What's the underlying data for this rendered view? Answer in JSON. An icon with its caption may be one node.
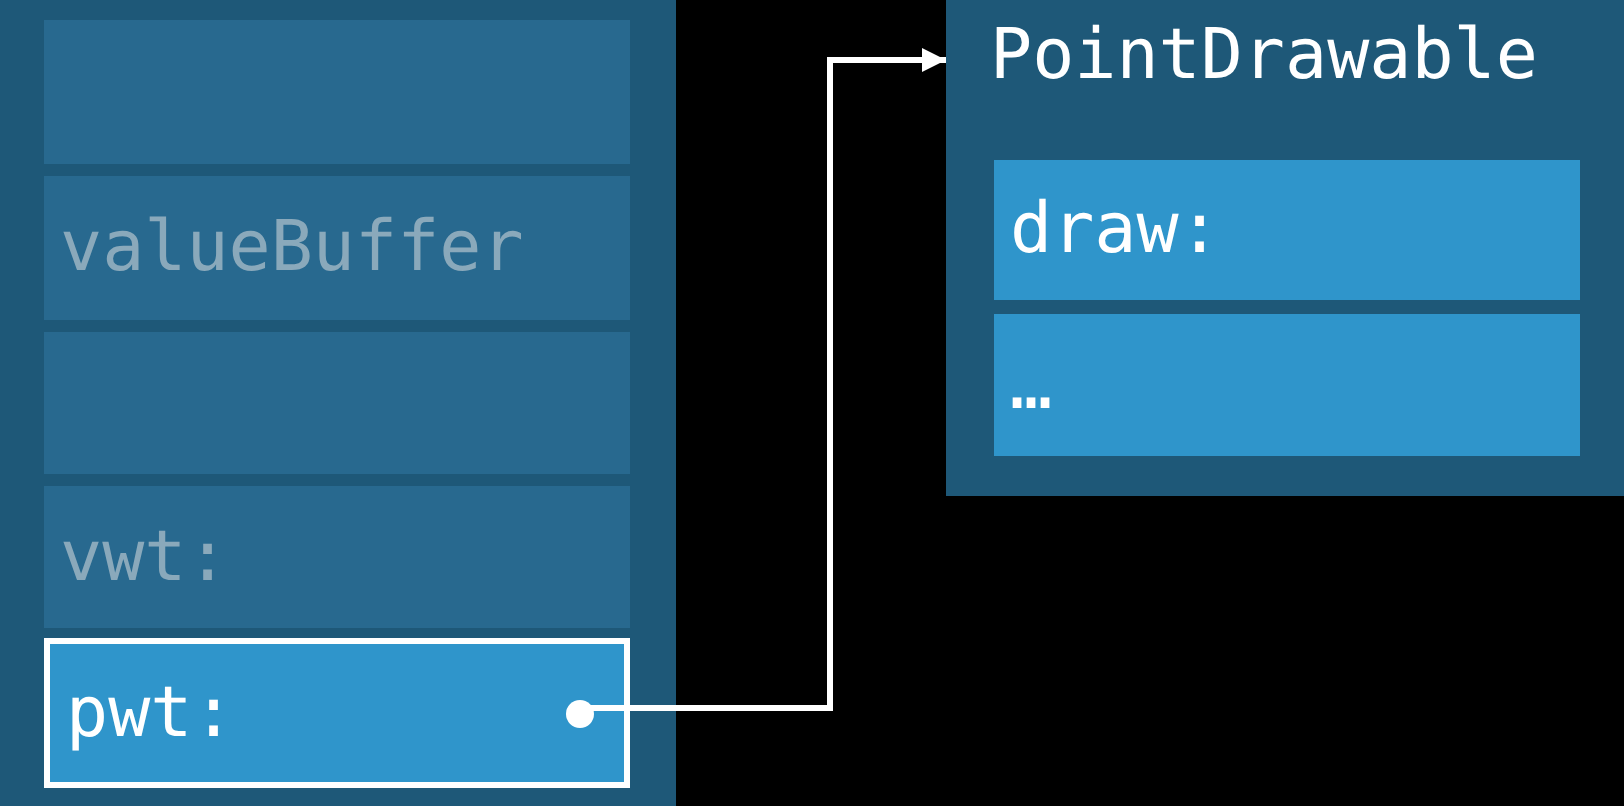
{
  "diagram": {
    "nodes": [
      {
        "text": [],
        "shape": "box"
      },
      {
        "text": [],
        "shape": "box",
        "in": 0
      },
      {
        "text": [
          "valueBuffer"
        ],
        "in": 0
      },
      {
        "text": [],
        "shape": "box",
        "in": 0
      },
      {
        "text": [
          "vwt:"
        ],
        "in": 0
      },
      {
        "text": [
          "pwt:"
        ],
        "in": 0
      },
      {
        "text": [],
        "shape": "circle",
        "in": 5
      },
      {
        "text": [
          "PointDrawable"
        ]
      },
      {
        "text": [
          "draw:"
        ],
        "in": 7
      },
      {
        "text": [
          "…"
        ],
        "in": 7
      }
    ],
    "edges": [
      {
        "from": 6,
        "to": 7,
        "arrow": "to"
      }
    ]
  }
}
